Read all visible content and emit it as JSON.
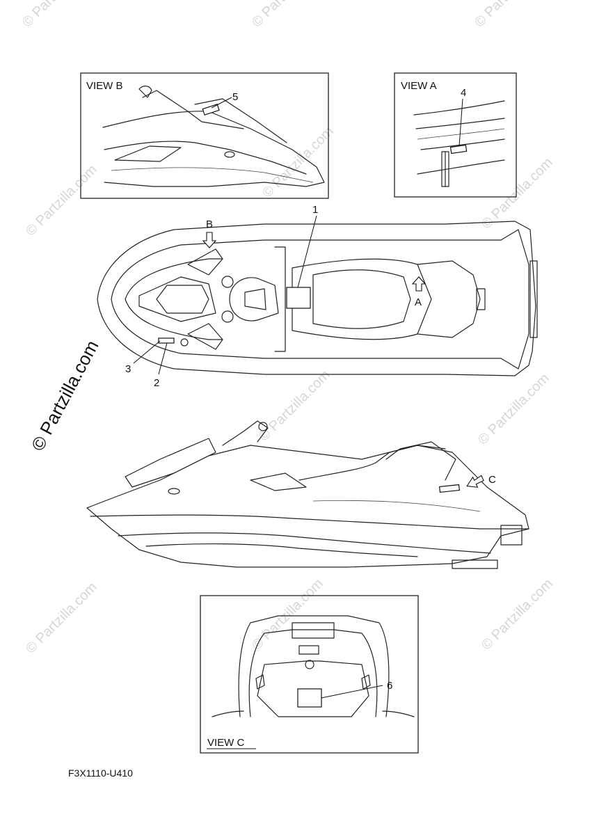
{
  "watermark": "© Partzilla.com",
  "views": {
    "view_a": "VIEW A",
    "view_b": "VIEW B",
    "view_c": "VIEW C"
  },
  "callouts": {
    "p1": "1",
    "p2": "2",
    "p3": "3",
    "p4": "4",
    "p5": "5",
    "p6": "6"
  },
  "direction_marks": {
    "a": "A",
    "b": "B",
    "c": "C"
  },
  "drawing_code": "F3X1110-U410"
}
